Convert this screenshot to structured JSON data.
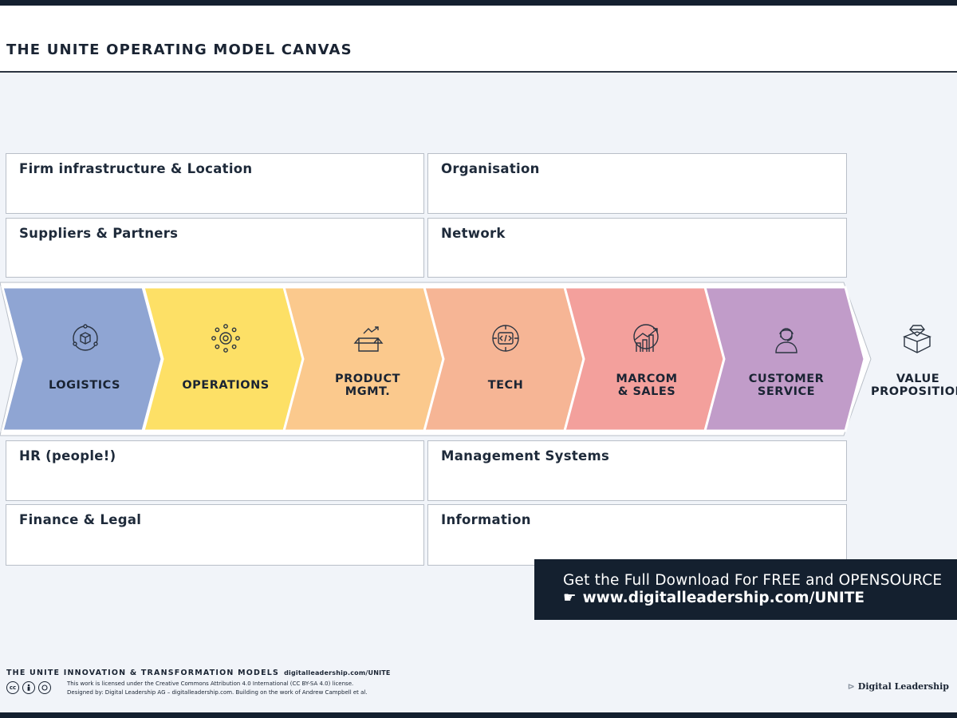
{
  "title": "THE UNITE OPERATING MODEL CANVAS",
  "boxes": {
    "firm_infrastructure": "Firm infrastructure & Location",
    "organisation": "Organisation",
    "suppliers": "Suppliers & Partners",
    "network": "Network",
    "hr": "HR (people!)",
    "management_systems": "Management Systems",
    "finance": "Finance & Legal",
    "information": "Information"
  },
  "value_chain": {
    "steps": [
      {
        "label": "LOGISTICS",
        "color": "#8fa5d3",
        "icon": "logistics-cycle-icon"
      },
      {
        "label": "OPERATIONS",
        "color": "#fde066",
        "icon": "gear-icon"
      },
      {
        "label": "PRODUCT\nMGMT.",
        "color": "#fbc98d",
        "icon": "product-box-icon"
      },
      {
        "label": "TECH",
        "color": "#f6b595",
        "icon": "code-chip-icon"
      },
      {
        "label": "MARCOM\n& SALES",
        "color": "#f3a09c",
        "icon": "growth-chart-icon"
      },
      {
        "label": "CUSTOMER\nSERVICE",
        "color": "#c19cc9",
        "icon": "support-agent-icon"
      }
    ],
    "value_proposition": {
      "label": "VALUE\nPROPOSITION",
      "icon": "diamond-box-icon"
    }
  },
  "banner": {
    "line1": "Get the Full Download For FREE and OPENSOURCE",
    "hand": "☛",
    "line2": "www.digitalleadership.com/UNITE"
  },
  "footer": {
    "heading": "THE UNITE INNOVATION & TRANSFORMATION MODELS",
    "url": "digitalleadership.com/UNITE",
    "license": "This work is licensed under the Creative Commons Attribution 4.0 International (CC BY-SA 4.0) license.",
    "designed_by": "Designed by: Digital Leadership AG – digitalleadership.com. Building on the work of Andrew Campbell et al.",
    "brand": "Digital Leadership",
    "cc_icons": [
      "cc-icon",
      "attribution-icon",
      "share-alike-icon"
    ]
  }
}
